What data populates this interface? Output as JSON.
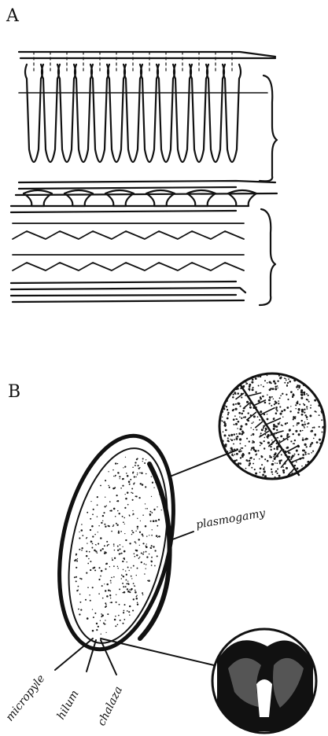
{
  "figure": {
    "panel_a": {
      "label": "A"
    },
    "panel_b": {
      "label": "B",
      "labels": {
        "plasmogamy": "plasmogamy",
        "micropyle": "micropyle",
        "hilum": "hilum",
        "chalaza": "chalaza"
      }
    }
  },
  "colors": {
    "ink": "#111111",
    "paper": "#ffffff",
    "stipple": "#1a1a1a"
  }
}
